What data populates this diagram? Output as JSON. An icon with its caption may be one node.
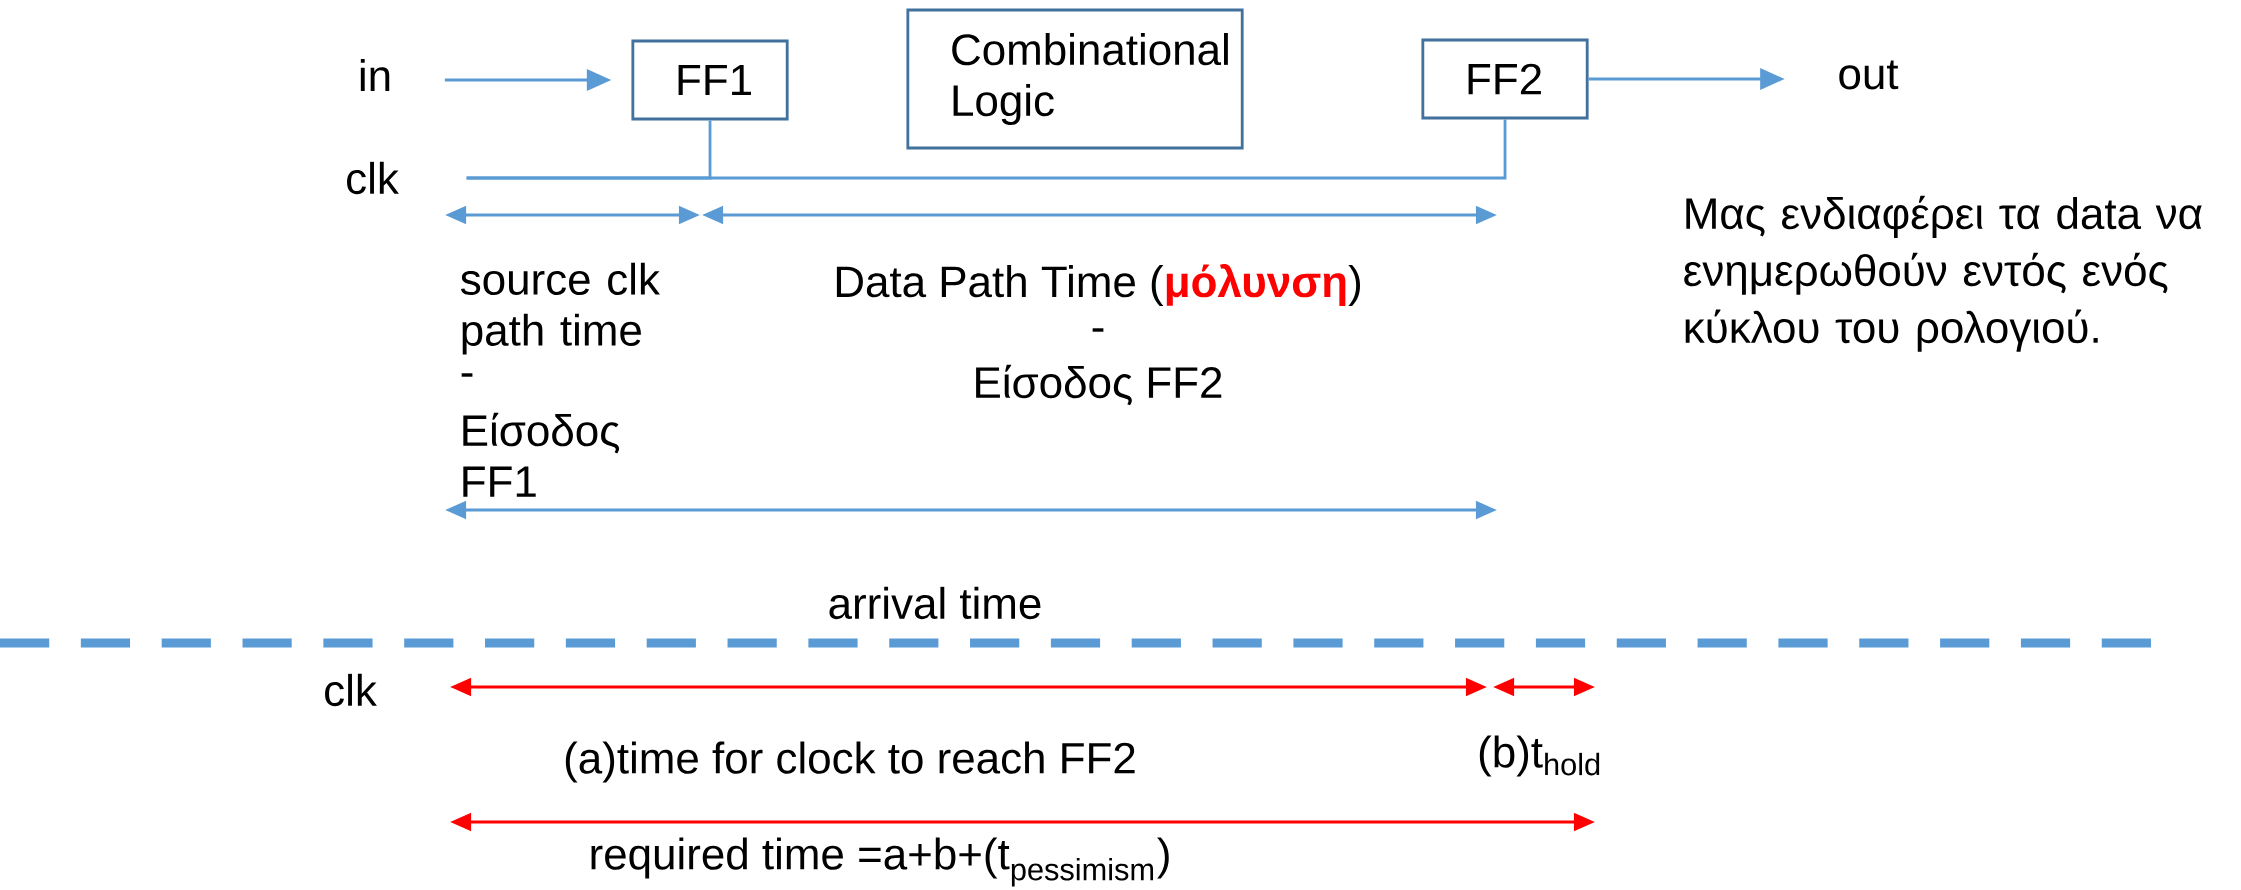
{
  "diagram": {
    "nodes": [
      {
        "text": [
          "in"
        ]
      },
      {
        "text": [
          "FF1"
        ]
      },
      {
        "text": [
          "Combinational Logic"
        ]
      },
      {
        "text": [
          "FF2"
        ]
      },
      {
        "text": [
          "out"
        ]
      },
      {
        "text": [
          "clk"
        ]
      }
    ],
    "edges": [
      {
        "from": 0,
        "to": 1,
        "arrow": "to"
      },
      {
        "from": 3,
        "to": 4,
        "arrow": "to"
      },
      {
        "from": 5,
        "to": 1,
        "arrow": "none"
      },
      {
        "from": 5,
        "to": 3,
        "arrow": "none"
      }
    ],
    "labels": [
      "source clk path time",
      "-",
      "Είσοδος FF1",
      "Data Path Time (**μόλυνση**)",
      "-",
      "Είσοδος FF2",
      "Μας ενδιαφέρει τα data να ενημερωθούν εντός ενός κύκλου του ρολογιού.",
      "arrival time",
      "clk",
      "(a)time for clock to reach FF2",
      "(b)t$_{hold}$",
      "\\text{required time =a+b+(t}_{\\text{pessimism}}\\text{)}"
    ]
  }
}
